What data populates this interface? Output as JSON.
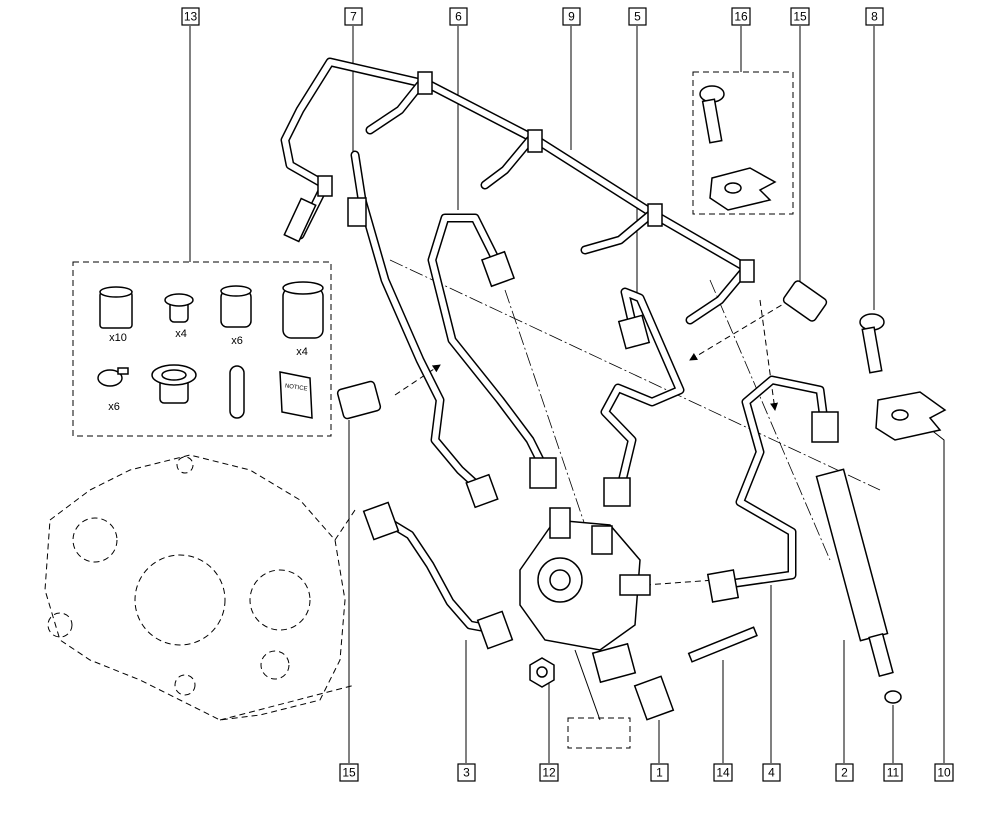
{
  "diagram": {
    "callouts_top": [
      "13",
      "7",
      "6",
      "9",
      "5",
      "16",
      "15",
      "8"
    ],
    "callouts_bottom": [
      "15",
      "3",
      "12",
      "1",
      "14",
      "4",
      "2",
      "11",
      "10"
    ],
    "kit": {
      "quantities": [
        "x10",
        "x4",
        "x6",
        "x4",
        "x6"
      ],
      "booklet_text": "NOTICE"
    }
  }
}
